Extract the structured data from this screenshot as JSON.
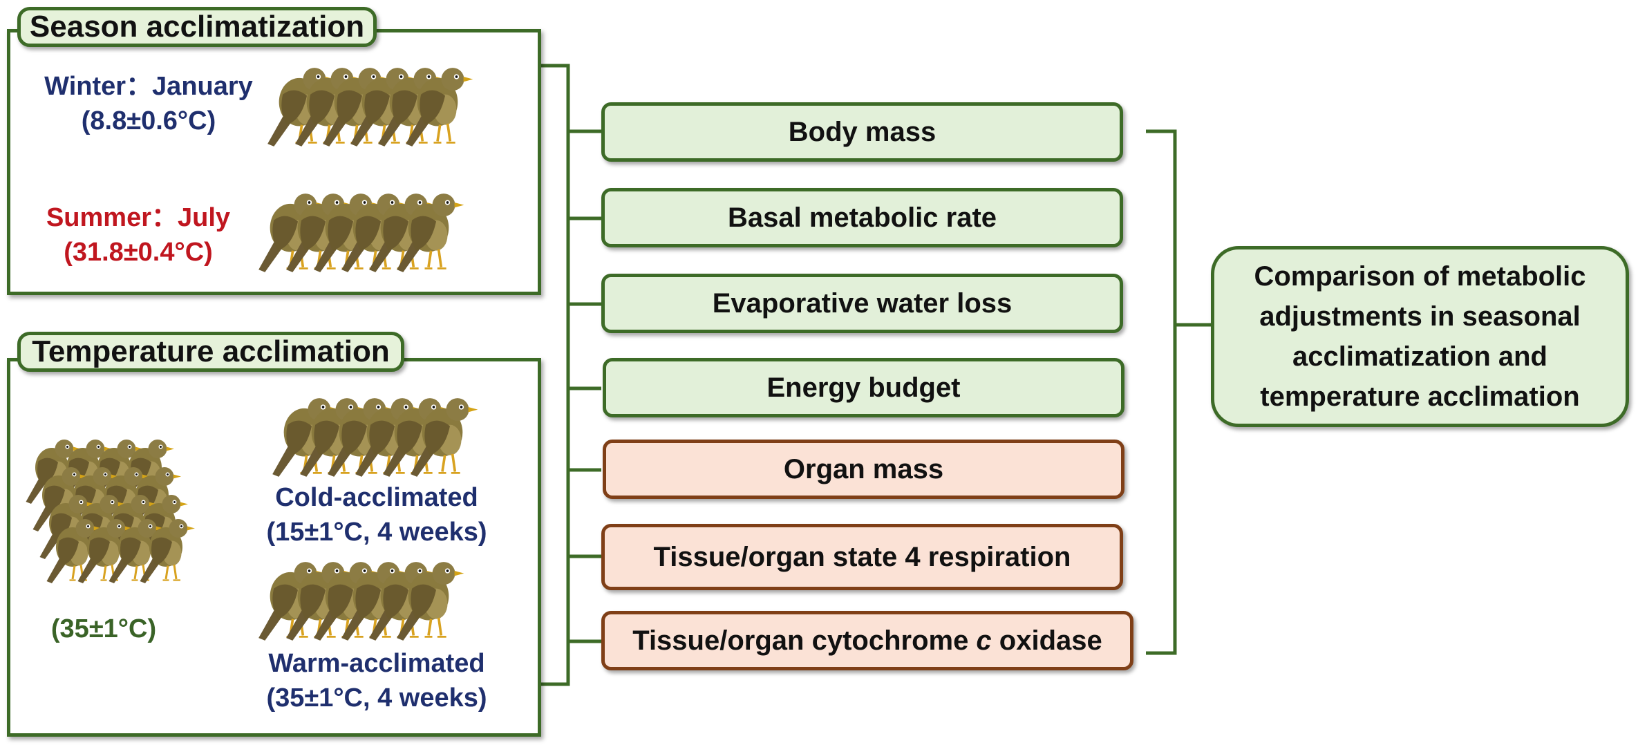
{
  "season": {
    "title": "Season acclimatization",
    "winter_line1": "Winter：January",
    "winter_line2": "(8.8±0.6°C)",
    "summer_line1": "Summer：July",
    "summer_line2": "(31.8±0.4°C)"
  },
  "temperature": {
    "title": "Temperature acclimation",
    "baseline_temp": "(35±1°C)",
    "cold_line1": "Cold-acclimated",
    "cold_line2": "(15±1°C, 4 weeks)",
    "warm_line1": "Warm-acclimated",
    "warm_line2": "(35±1°C, 4 weeks)"
  },
  "measures": [
    "Body mass",
    "Basal metabolic rate",
    "Evaporative water loss",
    "Energy budget",
    "Organ mass",
    "Tissue/organ state 4 respiration"
  ],
  "measure_cox": {
    "prefix": "Tissue/organ cytochrome ",
    "italic": "c",
    "suffix": " oxidase"
  },
  "summary": "Comparison of metabolic adjustments in seasonal acclimatization and temperature acclimation",
  "colors": {
    "green_border": "#3d6b27",
    "green_fill": "#e2f0d9",
    "orange_border": "#7f3f17",
    "orange_fill": "#fbe2d6",
    "navy_text": "#1f2f6e",
    "red_text": "#c0161f"
  },
  "icons": {
    "bird": "bird-icon",
    "arrow": "arrow-icon"
  }
}
